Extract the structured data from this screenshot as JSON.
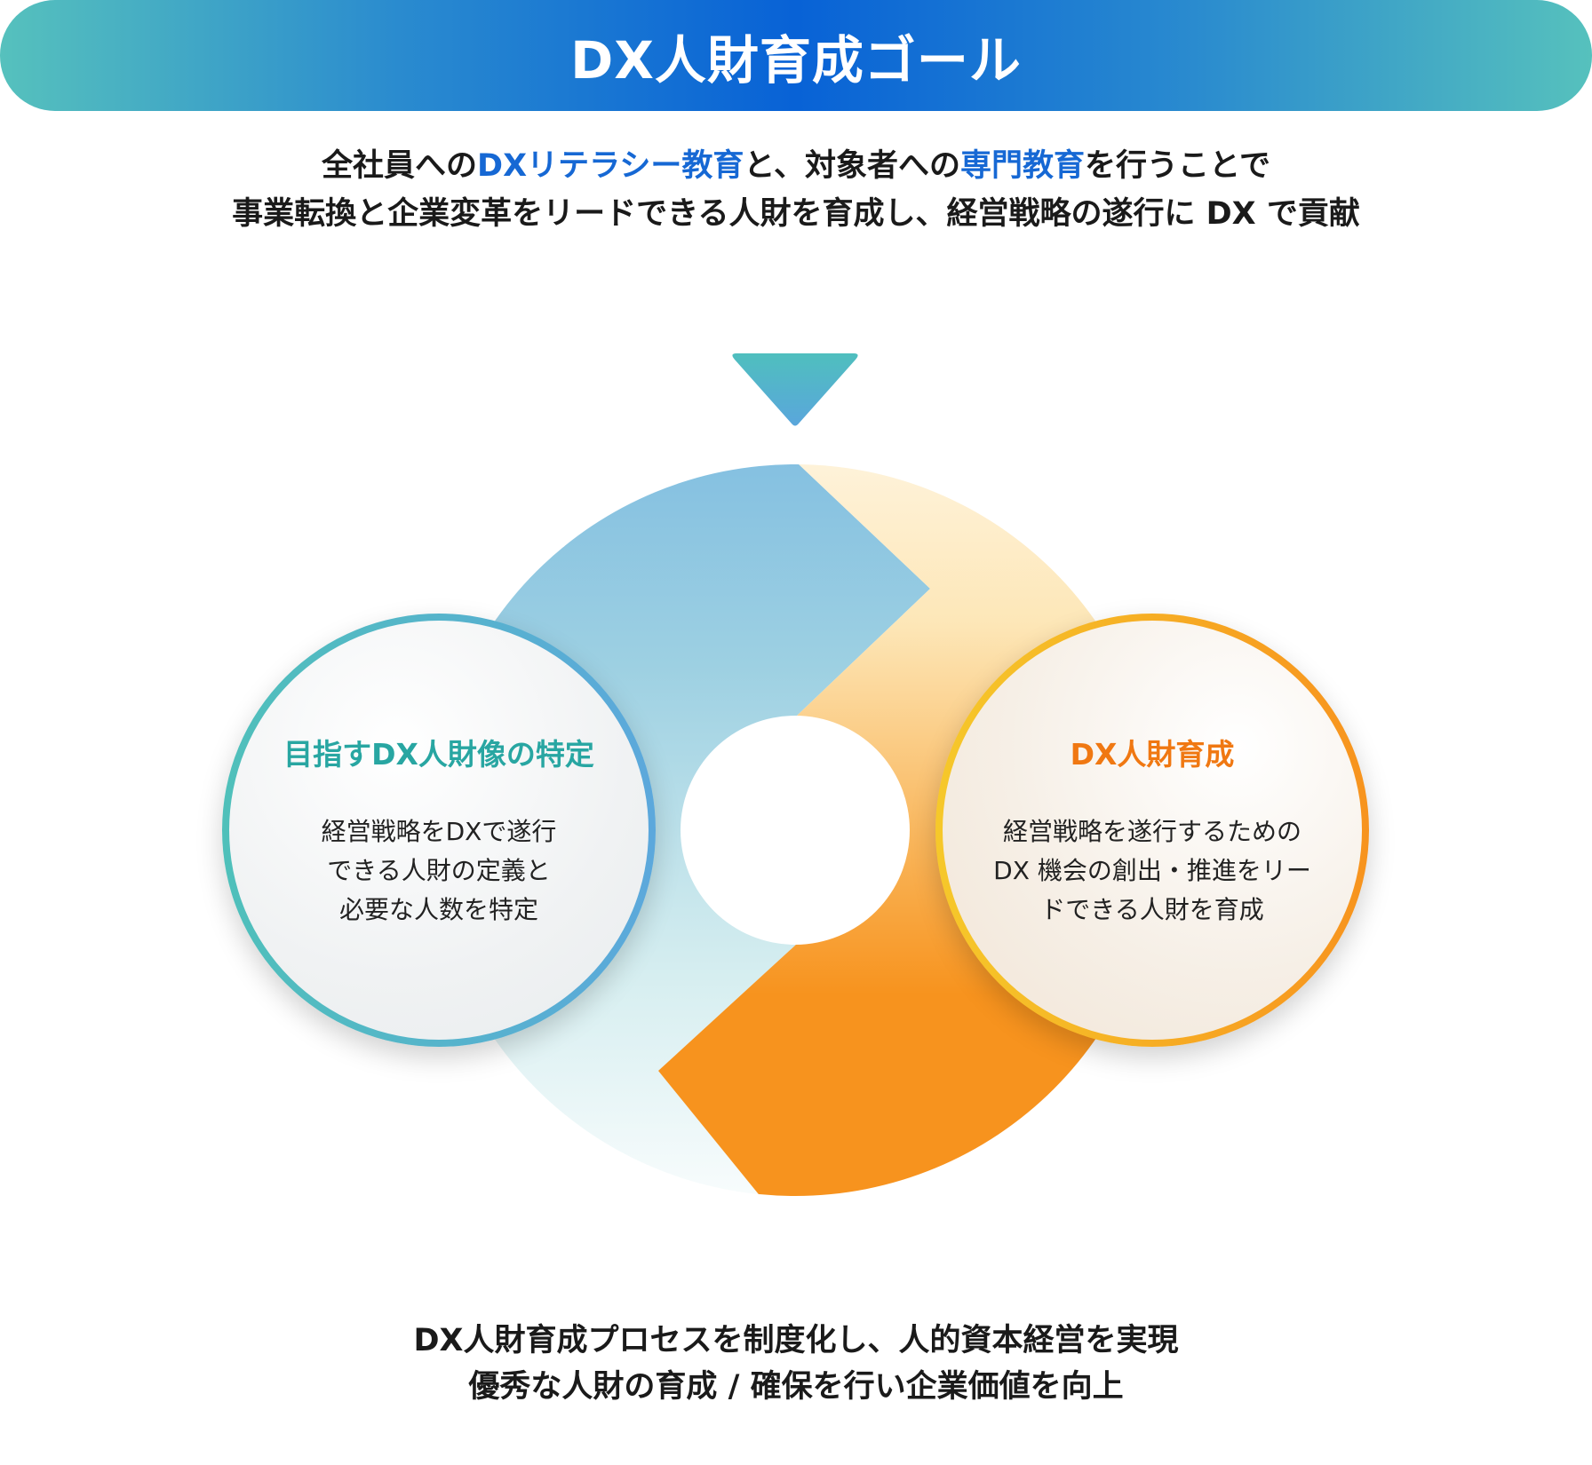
{
  "header": {
    "title": "DX人財育成ゴール"
  },
  "lead": {
    "line1": [
      {
        "text": "全社員への",
        "highlight": false
      },
      {
        "text": "DXリテラシー教育",
        "highlight": true
      },
      {
        "text": "と、対象者への",
        "highlight": false
      },
      {
        "text": "専門教育",
        "highlight": true
      },
      {
        "text": "を行うことで",
        "highlight": false
      }
    ],
    "line2": "事業転換と企業変革をリードできる人財を育成し、経営戦略の遂行に DX で貢献"
  },
  "cycle": {
    "left": {
      "title": "目指すDX人財像の特定",
      "lines": [
        "経営戦略をDXで遂行",
        "できる人財の定義と",
        "必要な人数を特定"
      ]
    },
    "right": {
      "title": "DX人財育成",
      "lines": [
        "経営戦略を遂行するための",
        "DX 機会の創出・推進をリー",
        "ドできる人財を育成"
      ]
    }
  },
  "bottom": {
    "line1": "DX人財育成プロセスを制度化し、人的資本経営を実現",
    "line2": "優秀な人財の育成 / 確保を行い企業価値を向上"
  },
  "colors": {
    "accent_blue": "#1668d4",
    "teal": "#28a6a2",
    "orange": "#f07812"
  }
}
